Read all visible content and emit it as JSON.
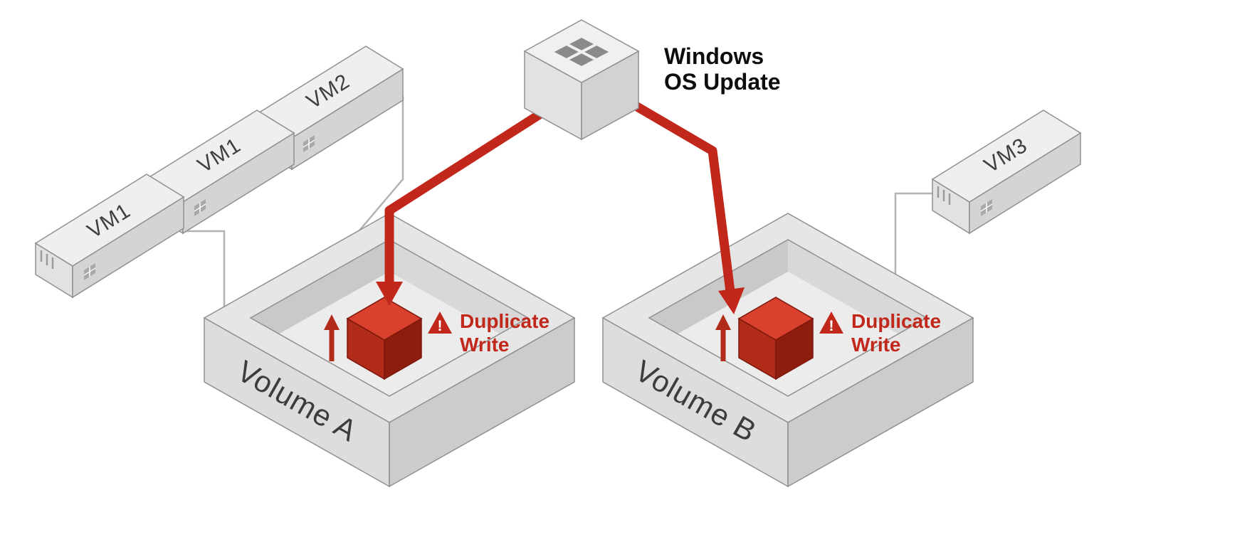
{
  "diagram": {
    "vms": [
      {
        "label": "VM1"
      },
      {
        "label": "VM1"
      },
      {
        "label": "VM2"
      },
      {
        "label": "VM3"
      }
    ],
    "update_node": {
      "line1": "Windows",
      "line2": "OS Update"
    },
    "volumes": [
      {
        "label": "Volume A"
      },
      {
        "label": "Volume B"
      }
    ],
    "warnings": [
      {
        "mark": "!",
        "line1": "Duplicate",
        "line2": "Write"
      },
      {
        "mark": "!",
        "line1": "Duplicate",
        "line2": "Write"
      }
    ],
    "colors": {
      "alert_red": "#c1271a",
      "cube_top": "#d9402e",
      "cube_left": "#b02b1a",
      "cube_right": "#8e1d0e",
      "connector_gray": "#b3b3b3"
    }
  }
}
